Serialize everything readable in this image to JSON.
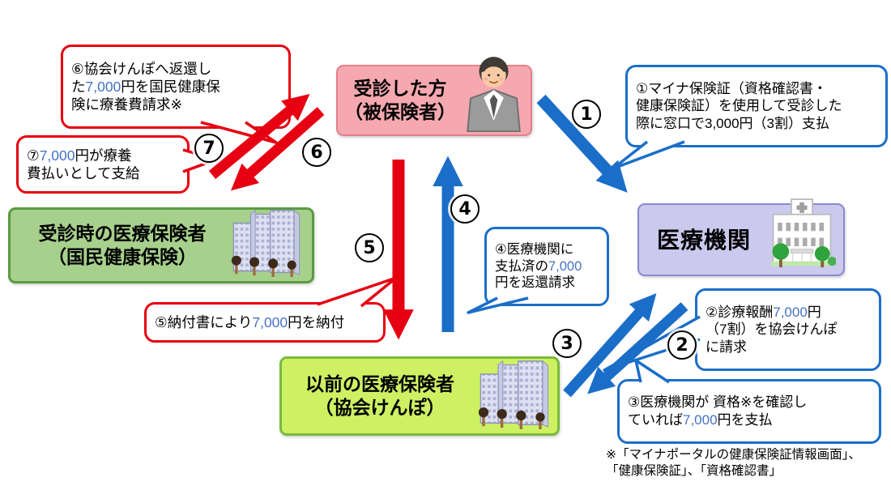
{
  "palette": {
    "arrow_blue": "#1B6EC8",
    "arrow_red": "#E60012",
    "amount_highlight_blue": "#4472C4",
    "patient_fill": "#F5A8B0",
    "hospital_fill": "#CBC9EE",
    "kokuho_fill": "#A7D08C",
    "kyokai_fill": "#CDF163"
  },
  "nodes": {
    "patient": {
      "label": "受診した方\n（被保険者）",
      "icon": "person-icon"
    },
    "hospital": {
      "label": "医療機関",
      "icon": "hospital-icon"
    },
    "kokuho": {
      "label": "受診時の医療保険者\n（国民健康保険）",
      "icon": "office-building-icon"
    },
    "kyokai": {
      "label": "以前の医療保険者\n（協会けんぽ）",
      "icon": "office-building-icon"
    }
  },
  "callouts": {
    "c1": {
      "text": "①マイナ保険証（資格確認書・\n健康保険証）を使用して受診した\n際に窓口で3,000円（3割）支払"
    },
    "c2": {
      "text": "②診療報酬7,000円\n（7割）を協会けんぽ\nに請求"
    },
    "c3": {
      "text": "③医療機関が 資格※を確認し\nていれば7,000円を支払"
    },
    "c4": {
      "text": "④医療機関に\n支払済の7,000\n円を返還請求"
    },
    "c5": {
      "text": "⑤納付書により7,000円を納付"
    },
    "c6": {
      "text": "⑥協会けんぽへ返還し\nた7,000円を国民健康保\n険に療養費請求※"
    },
    "c7": {
      "text": "⑦7,000円が療養\n費払いとして支給"
    }
  },
  "steps": {
    "s1": "1",
    "s2": "2",
    "s3": "3",
    "s4": "4",
    "s5": "5",
    "s6": "6",
    "s7": "7"
  },
  "footnote": "※「マイナポータルの健康保険証情報画面」、\n「健康保険証」、「資格確認書」"
}
